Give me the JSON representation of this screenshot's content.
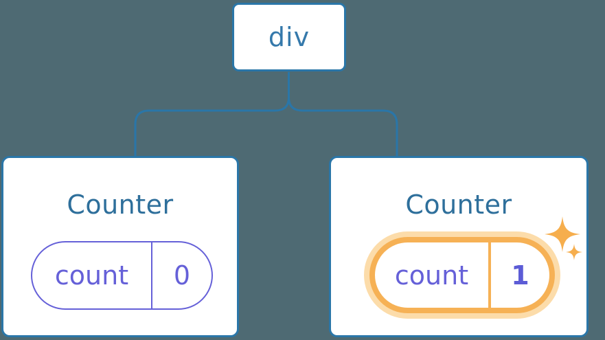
{
  "diagram": {
    "description": "Component tree diagram: a div root element with two Counter component children holding count state",
    "colors": {
      "background": "#4e6a73",
      "node_border_blue": "#2a76a8",
      "node_text_blue": "#3579ab",
      "title_blue": "#2e6f9b",
      "state_purple": "#6560d8",
      "highlight_orange": "#f6b155",
      "highlight_glow": "#fcdcaa",
      "sparkle_orange": "#f6ae4d",
      "card_background": "#ffffff"
    },
    "root": {
      "label": "div"
    },
    "children": [
      {
        "title": "Counter",
        "state": {
          "key": "count",
          "value": "0",
          "highlighted": false
        }
      },
      {
        "title": "Counter",
        "state": {
          "key": "count",
          "value": "1",
          "highlighted": true
        }
      }
    ]
  }
}
